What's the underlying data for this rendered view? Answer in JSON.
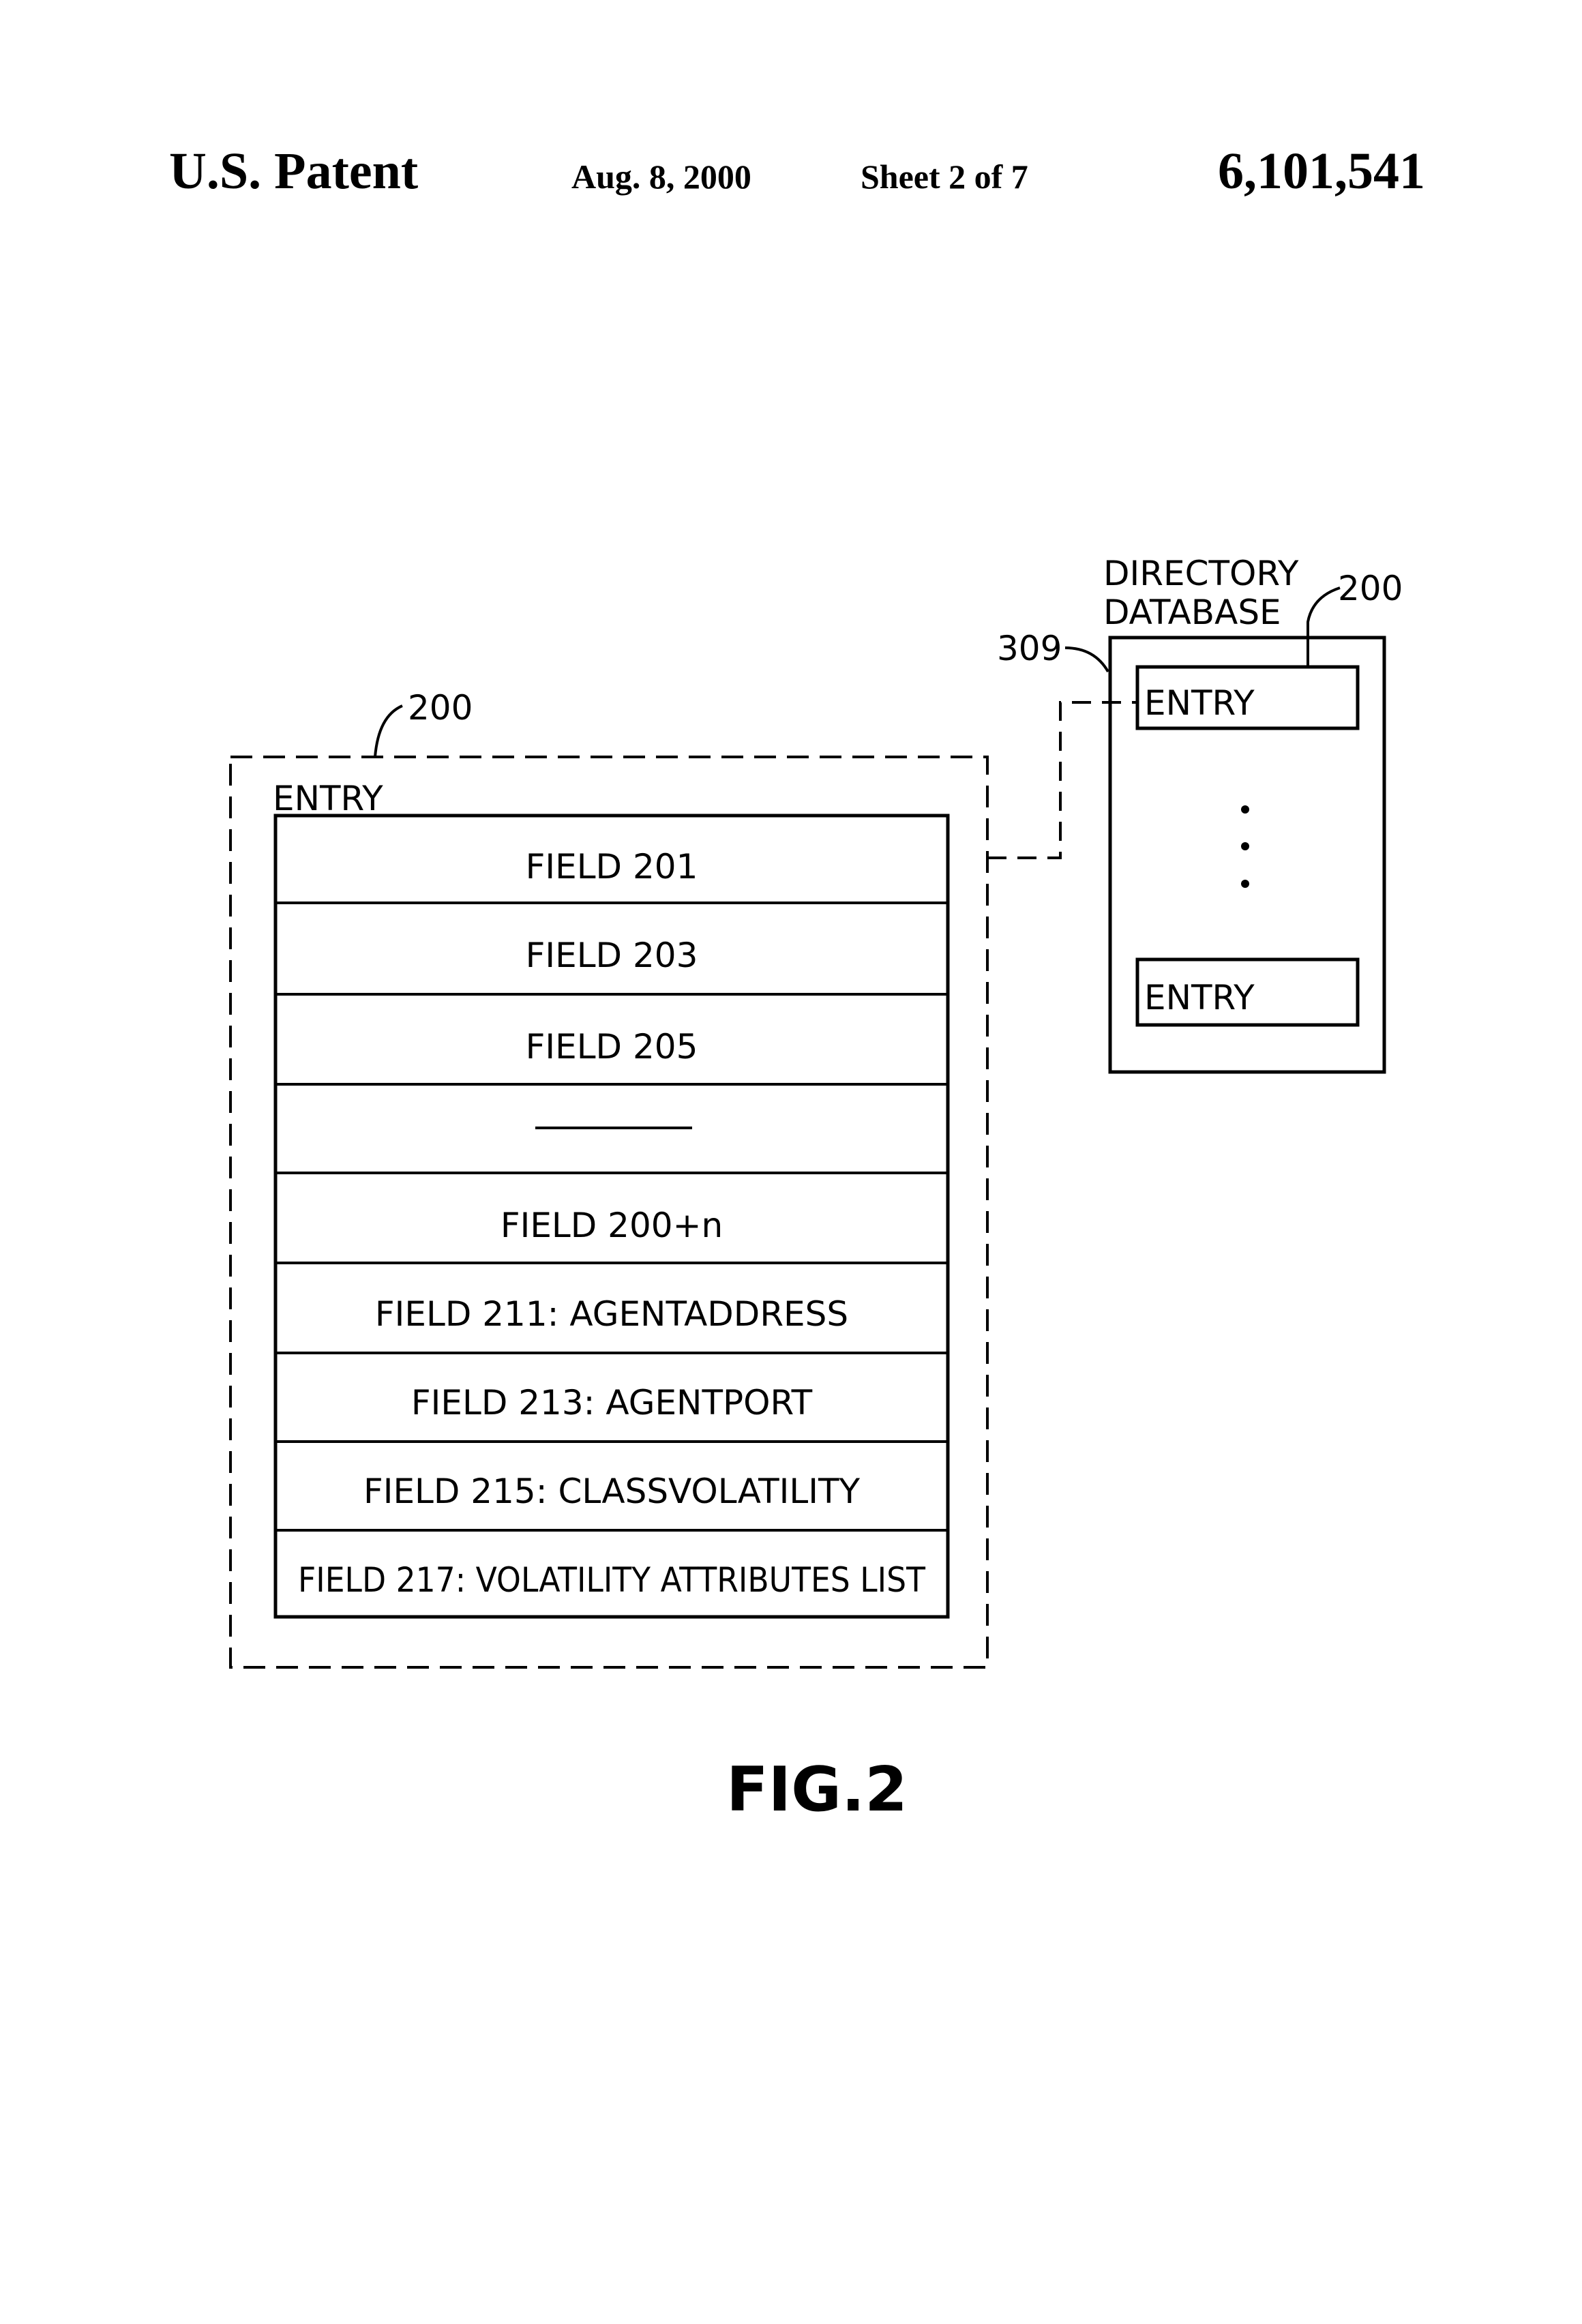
{
  "header": {
    "patent_label": "U.S. Patent",
    "date": "Aug. 8, 2000",
    "sheet": "Sheet 2 of 7",
    "patent_number": "6,101,541"
  },
  "entry_record": {
    "ref": "200",
    "title": "ENTRY",
    "fields": [
      "FIELD 201",
      "FIELD 203",
      "FIELD 205",
      "",
      "FIELD 200+n",
      "FIELD 211: AGENTADDRESS",
      "FIELD 213: AGENTPORT",
      "FIELD 215: CLASSVOLATILITY",
      "FIELD 217: VOLATILITY ATTRIBUTES LIST"
    ]
  },
  "directory": {
    "title_line1": "DIRECTORY",
    "title_line2": "DATABASE",
    "ref": "200",
    "link_ref": "309",
    "entry_top": "ENTRY",
    "entry_bottom": "ENTRY"
  },
  "figure_label": "FIG.2"
}
